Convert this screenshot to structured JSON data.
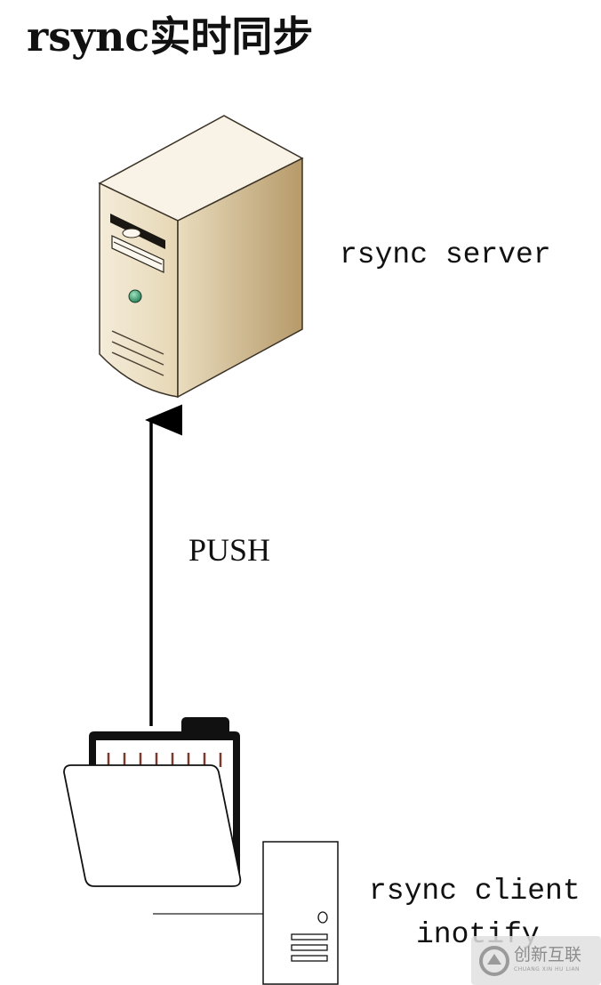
{
  "diagram": {
    "title": "rsync实时同步",
    "server_label": "rsync server",
    "push_label": "PUSH",
    "client_label": "rsync client",
    "inotify_label": "inotify",
    "watermark_text": "创新互联",
    "watermark_sub": "CHUANG XIN HU LIAN"
  },
  "icons": {
    "server": "server-tower-icon",
    "folder": "open-folder-icon",
    "client": "desktop-tower-icon",
    "watermark": "brand-logo-icon"
  },
  "colors": {
    "server_front": "#efe4cc",
    "server_side": "#c9b187",
    "server_top": "#f7f1e3",
    "led": "#2e9c6e",
    "arrow": "#000000"
  }
}
